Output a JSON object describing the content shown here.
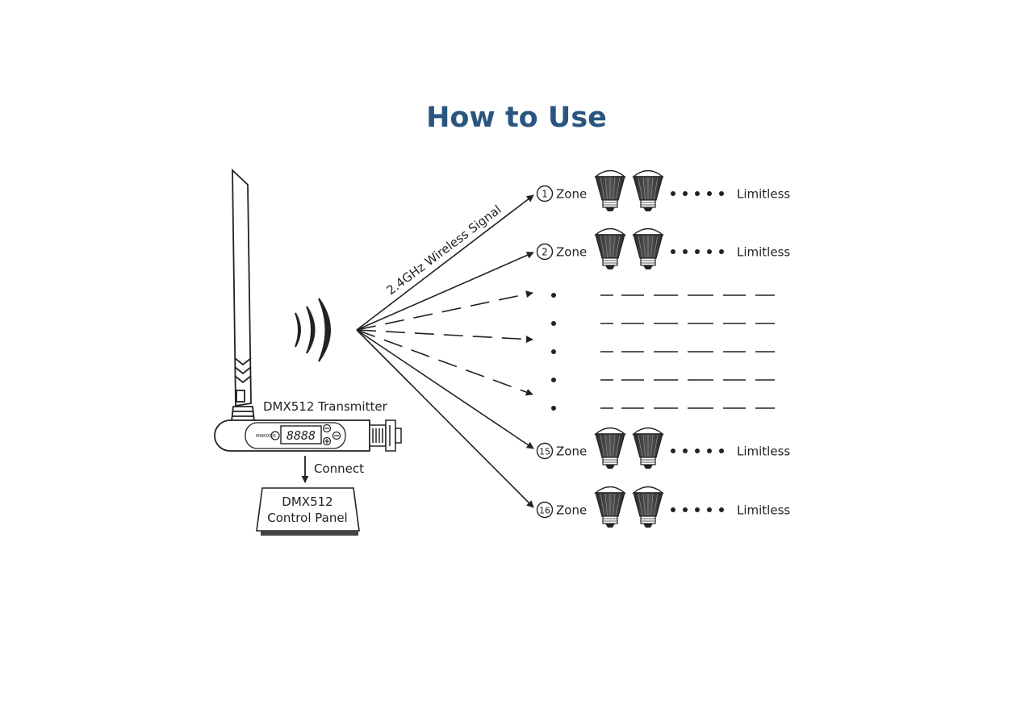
{
  "title": "How to Use",
  "signal_label": "2.4GHz Wireless Signal",
  "transmitter_label": "DMX512 Transmitter",
  "transmitter_display": "8888",
  "transmitter_brand": "MiBOXER",
  "connect_label": "Connect",
  "control_panel": {
    "line1": "DMX512",
    "line2": "Control Panel"
  },
  "zone_word": "Zone",
  "zones": [
    {
      "number": "1",
      "limit": "Limitless"
    },
    {
      "number": "2",
      "limit": "Limitless"
    },
    {
      "number": "15",
      "limit": "Limitless"
    },
    {
      "number": "16",
      "limit": "Limitless"
    }
  ],
  "colors": {
    "title": "#2a5580",
    "line": "#222222"
  }
}
